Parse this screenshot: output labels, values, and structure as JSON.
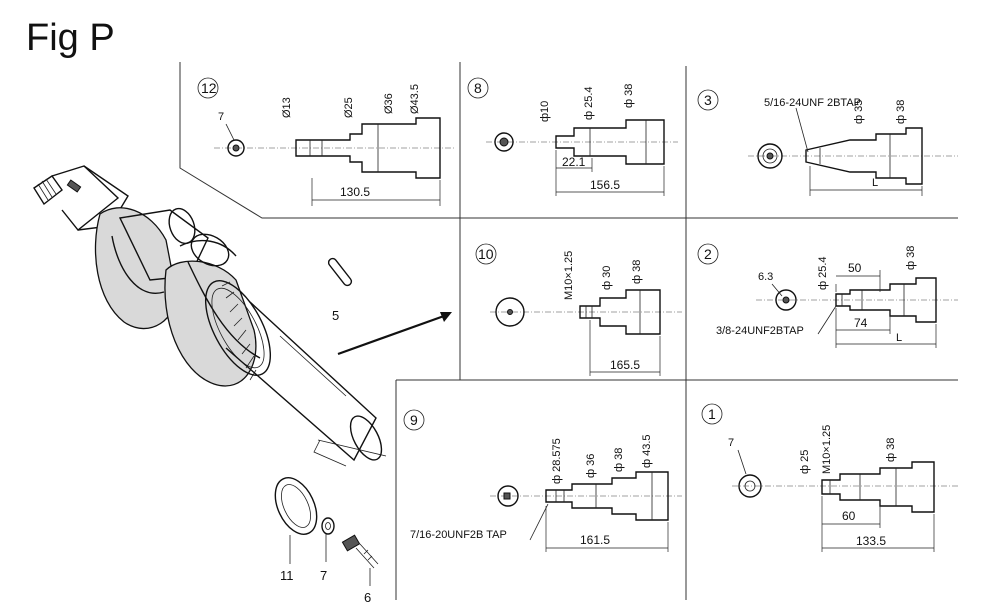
{
  "figure": {
    "title": "Fig P"
  },
  "callouts": {
    "key": "5",
    "oil_seal": "11",
    "washer": "7",
    "bolt": "6"
  },
  "variants": {
    "v12": {
      "number": "12",
      "labels": [
        "7",
        "Ø13",
        "Ø25",
        "Ø36",
        "Ø43.5",
        "130.5"
      ]
    },
    "v8": {
      "number": "8",
      "labels": [
        "ф10",
        "ф 25.4",
        "ф 38",
        "22.1",
        "156.5"
      ]
    },
    "v3": {
      "number": "3",
      "labels": [
        "5/16-24UNF 2BTAP",
        "ф 35",
        "ф 38",
        "L"
      ]
    },
    "v10": {
      "number": "10",
      "labels": [
        "M10×1.25",
        "ф 30",
        "ф 38",
        "165.5"
      ]
    },
    "v2": {
      "number": "2",
      "labels": [
        "6.3",
        "ф 25.4",
        "50",
        "ф 38",
        "3/8-24UNF2BTAP",
        "74",
        "L"
      ]
    },
    "v9": {
      "number": "9",
      "labels": [
        "ф 28.575",
        "ф 36",
        "ф 38",
        "ф 43.5",
        "7/16-20UNF2B TAP",
        "161.5"
      ]
    },
    "v1": {
      "number": "1",
      "labels": [
        "7",
        "ф 25",
        "M10×1.25",
        "ф 38",
        "60",
        "133.5"
      ]
    }
  }
}
